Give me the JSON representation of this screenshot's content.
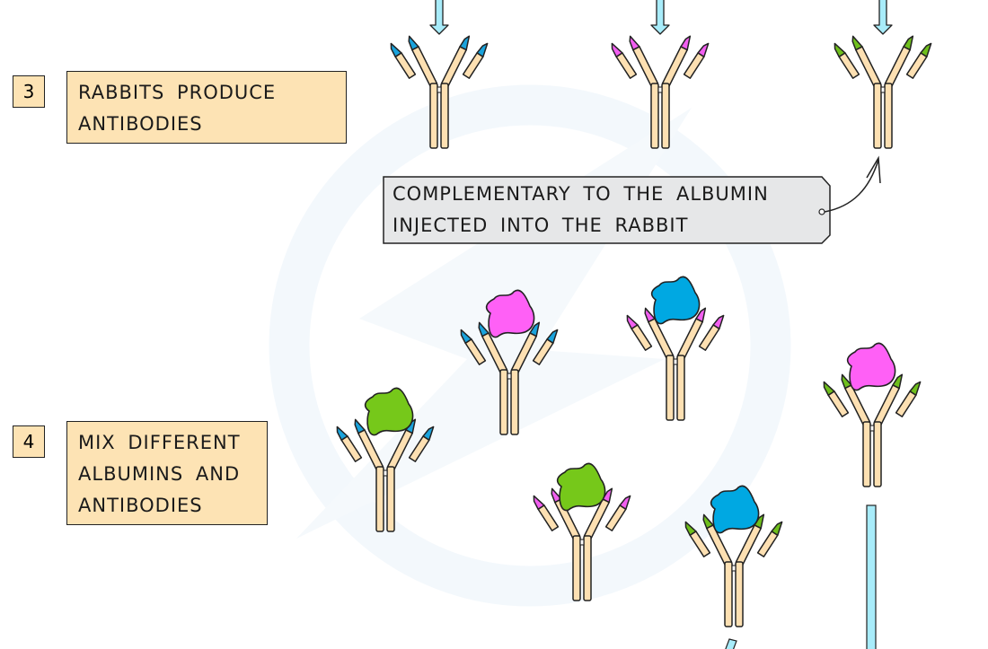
{
  "steps": [
    {
      "number": "3",
      "lines": [
        "RABBITS PRODUCE",
        "ANTIBODIES"
      ]
    },
    {
      "number": "4",
      "lines": [
        "MIX DIFFERENT",
        "ALBUMINS AND",
        "ANTIBODIES"
      ]
    }
  ],
  "callout": {
    "lines": [
      "COMPLEMENTARY TO THE ALBUMIN",
      "INJECTED INTO THE RABBIT"
    ]
  },
  "colors": {
    "antibody_body": "#fde0b2",
    "outline": "#222222",
    "tip_blue": "#1aa3dc",
    "tip_pink": "#f25ff0",
    "tip_green": "#6fbf1c",
    "albumin_pink": "#ff60f6",
    "albumin_blue": "#00a8e2",
    "albumin_green": "#76c81a",
    "arrow_fill": "#a8ecfa",
    "label_fill": "#fde3b4",
    "callout_fill": "#e6e7e8",
    "watermark": "#f3f8fc"
  },
  "antibodies_step3": [
    {
      "tip": "tip_blue"
    },
    {
      "tip": "tip_pink"
    },
    {
      "tip": "tip_green"
    }
  ],
  "complexes_step4": [
    {
      "tip": "tip_blue",
      "albumin": "albumin_pink"
    },
    {
      "tip": "tip_pink",
      "albumin": "albumin_blue"
    },
    {
      "tip": "tip_blue",
      "albumin": "albumin_green"
    },
    {
      "tip": "tip_pink",
      "albumin": "albumin_green"
    },
    {
      "tip": "tip_green",
      "albumin": "albumin_blue"
    },
    {
      "tip": "tip_green",
      "albumin": "albumin_pink"
    }
  ]
}
